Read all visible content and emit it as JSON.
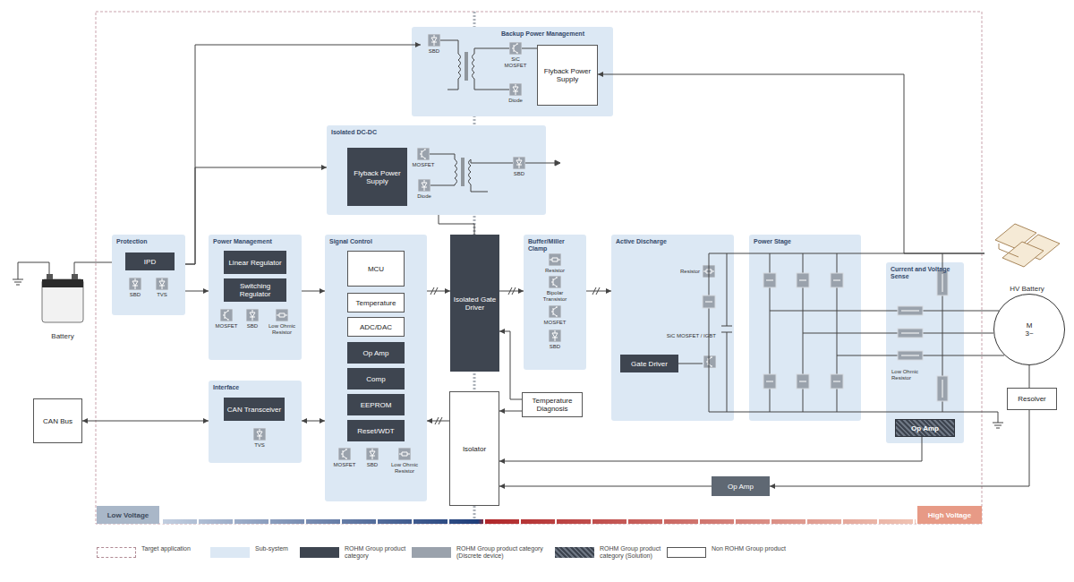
{
  "diagram": {
    "nodes": [
      {
        "text": [
          "Backup Power Management"
        ]
      },
      {
        "text": [
          "SBD"
        ],
        "in": 0
      },
      {
        "text": [
          "SiC MOSFET"
        ],
        "in": 0
      },
      {
        "text": [
          "Diode"
        ],
        "in": 0
      },
      {
        "text": [
          "Flyback Power Supply"
        ],
        "in": 0
      },
      {
        "text": [
          "Isolated DC-DC"
        ]
      },
      {
        "text": [
          "Flyback Power Supply"
        ],
        "in": 5
      },
      {
        "text": [
          "MOSFET"
        ],
        "in": 5
      },
      {
        "text": [
          "Diode"
        ],
        "in": 5
      },
      {
        "text": [
          "SBD"
        ],
        "in": 5
      },
      {
        "text": [
          "Battery"
        ]
      },
      {
        "text": [
          "Protection"
        ]
      },
      {
        "text": [
          "IPD"
        ],
        "in": 11
      },
      {
        "text": [
          "SBD"
        ],
        "in": 11
      },
      {
        "text": [
          "TVS"
        ],
        "in": 11
      },
      {
        "text": [
          "Power Management"
        ]
      },
      {
        "text": [
          "Linear Regulator"
        ],
        "in": 15
      },
      {
        "text": [
          "Switching Regulator"
        ],
        "in": 15
      },
      {
        "text": [
          "MOSFET"
        ],
        "in": 15
      },
      {
        "text": [
          "SBD"
        ],
        "in": 15
      },
      {
        "text": [
          "Low Ohmic Resistor"
        ],
        "in": 15
      },
      {
        "text": [
          "Signal Control"
        ]
      },
      {
        "text": [
          "MCU"
        ],
        "in": 21
      },
      {
        "text": [
          "Temperature"
        ],
        "in": 21
      },
      {
        "text": [
          "ADC/DAC"
        ],
        "in": 21
      },
      {
        "text": [
          "Op Amp"
        ],
        "in": 21
      },
      {
        "text": [
          "Comp"
        ],
        "in": 21
      },
      {
        "text": [
          "EEPROM"
        ],
        "in": 21
      },
      {
        "text": [
          "Reset/WDT"
        ],
        "in": 21
      },
      {
        "text": [
          "MOSFET"
        ],
        "in": 21
      },
      {
        "text": [
          "SBD"
        ],
        "in": 21
      },
      {
        "text": [
          "Low Ohmic Resistor"
        ],
        "in": 21
      },
      {
        "text": [
          "Isolated Gate Driver"
        ]
      },
      {
        "text": [
          "Buffer/Miller Clamp"
        ]
      },
      {
        "text": [
          "Resistor"
        ],
        "in": 33
      },
      {
        "text": [
          "Bipolar Transistor"
        ],
        "in": 33
      },
      {
        "text": [
          "MOSFET"
        ],
        "in": 33
      },
      {
        "text": [
          "SBD"
        ],
        "in": 33
      },
      {
        "text": [
          "Active Discharge"
        ]
      },
      {
        "text": [
          "Resistor"
        ],
        "in": 38
      },
      {
        "text": [
          "SiC MOSFET / IGBT"
        ],
        "in": 38
      },
      {
        "text": [
          "Gate Driver"
        ],
        "in": 38
      },
      {
        "text": [
          "Power Stage"
        ]
      },
      {
        "text": [
          "Current and Voltage Sense"
        ]
      },
      {
        "text": [
          "Low Ohmic Resistor"
        ],
        "in": 43
      },
      {
        "text": [
          "Op Amp"
        ],
        "in": 43
      },
      {
        "text": [
          "HV Battery"
        ]
      },
      {
        "text": [
          "M",
          "3~"
        ]
      },
      {
        "text": [
          "CAN Bus"
        ]
      },
      {
        "text": [
          "Interface"
        ]
      },
      {
        "text": [
          "CAN Transceiver"
        ],
        "in": 49
      },
      {
        "text": [
          "TVS"
        ],
        "in": 49
      },
      {
        "text": [
          "Temperature Diagnosis"
        ]
      },
      {
        "text": [
          "Isolator"
        ]
      },
      {
        "text": [
          "Resolver"
        ]
      },
      {
        "text": [
          "Op Amp"
        ]
      }
    ],
    "edges": [
      {
        "from": 10,
        "to": 11,
        "arrow": "none"
      },
      {
        "from": 11,
        "to": 15,
        "arrow": "to"
      },
      {
        "from": 15,
        "to": 21,
        "arrow": "to"
      },
      {
        "from": 11,
        "to": 5,
        "arrow": "to"
      },
      {
        "from": 11,
        "to": 1,
        "arrow": "to"
      },
      {
        "from": 5,
        "to": 32,
        "arrow": "none"
      },
      {
        "from": 21,
        "to": 32,
        "arrow": "to"
      },
      {
        "from": 32,
        "to": 33,
        "arrow": "to"
      },
      {
        "from": 33,
        "to": 38,
        "arrow": "to"
      },
      {
        "from": 52,
        "to": 32,
        "arrow": "to"
      },
      {
        "from": 52,
        "to": 53,
        "arrow": "to"
      },
      {
        "from": 53,
        "to": 21,
        "arrow": "to"
      },
      {
        "from": 45,
        "to": 53,
        "arrow": "to"
      },
      {
        "from": 55,
        "to": 53,
        "arrow": "to"
      },
      {
        "from": 54,
        "to": 55,
        "arrow": "to"
      },
      {
        "from": 49,
        "to": 21,
        "arrow": "both"
      },
      {
        "from": 48,
        "to": 49,
        "arrow": "both"
      },
      {
        "from": 46,
        "to": 4,
        "arrow": "to"
      },
      {
        "from": 47,
        "to": 54,
        "arrow": "none"
      }
    ],
    "labels": [
      "Low Voltage",
      "High Voltage"
    ],
    "legend": [
      {
        "text": "Target application"
      },
      {
        "text": "Sub-system",
        "color": "#dce8f4"
      },
      {
        "text": "ROHM Group product category",
        "color": "#3e4550"
      },
      {
        "text": "ROHM Group product category (Discrete device)",
        "color": "#9aa2ac"
      },
      {
        "text": "ROHM Group product category (Solution)"
      },
      {
        "text": "Non ROHM Group product",
        "color": "#ffffff"
      }
    ]
  }
}
